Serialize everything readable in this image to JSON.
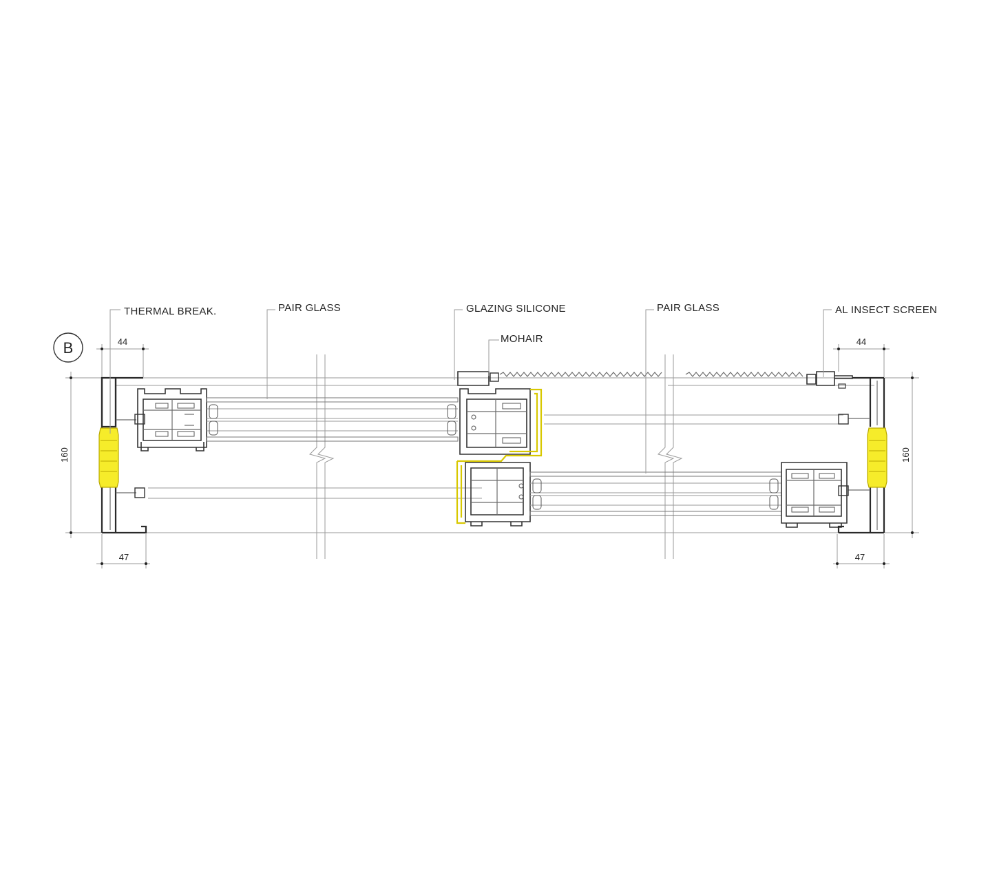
{
  "section_tag": "B",
  "labels": {
    "thermal_break": "THERMAL BREAK.",
    "pair_glass_left": "PAIR GLASS",
    "glazing_silicone": "GLAZING SILICONE",
    "mohair": "MOHAIR",
    "pair_glass_right": "PAIR GLASS",
    "insect_screen": "AL INSECT SCREEN"
  },
  "dimensions": {
    "top_left": "44",
    "top_right": "44",
    "height_left": "160",
    "height_right": "160",
    "bottom_left": "47",
    "bottom_right": "47"
  },
  "colors": {
    "line": "#333333",
    "thermal_break": "#f6ec2a"
  }
}
